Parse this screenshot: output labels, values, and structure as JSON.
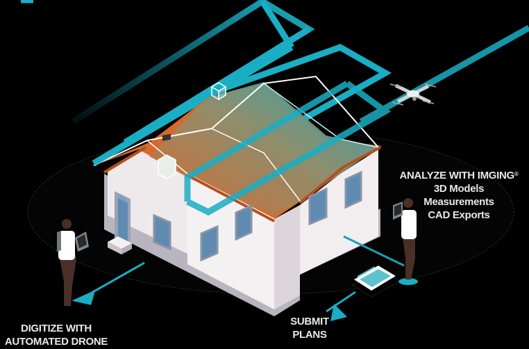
{
  "illustration": {
    "description": "Isometric house with drone flight path overlay",
    "colors": {
      "background": "#000000",
      "flight_path": "#1aaec4",
      "roof": "#d8692e",
      "wall": "#f2eeee",
      "wall_shadow": "#d6d0d4",
      "window": "#5f8bb0",
      "window_frame": "#8893a6",
      "label_text": "#e8e8e8"
    }
  },
  "labels": {
    "analyze": {
      "heading": "ANALYZE WITH IMGING",
      "trademark": "®",
      "items": [
        "3D Models",
        "Measurements",
        "CAD Exports"
      ]
    },
    "digitize": {
      "line1": "DIGITIZE WITH",
      "line2": "AUTOMATED DRONE"
    },
    "submit": {
      "line1": "SUBMIT",
      "line2": "PLANS"
    }
  },
  "icons": [
    "drone-icon",
    "camera-cube-icon",
    "camera-device-icon",
    "document-plan-icon",
    "arrow-icon"
  ]
}
